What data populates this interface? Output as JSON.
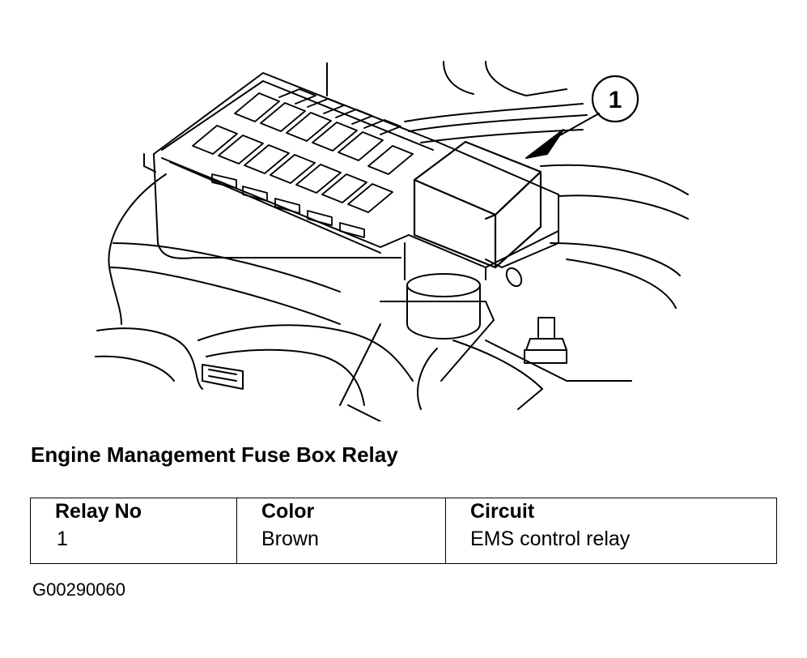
{
  "callout": {
    "number": "1"
  },
  "title": "Engine Management Fuse Box Relay",
  "table": {
    "headers": [
      "Relay No",
      "Color",
      "Circuit"
    ],
    "rows": [
      [
        "1",
        "Brown",
        "EMS control relay"
      ]
    ]
  },
  "figure_id": "G00290060",
  "colors": {
    "ink": "#000000",
    "paper": "#ffffff"
  }
}
